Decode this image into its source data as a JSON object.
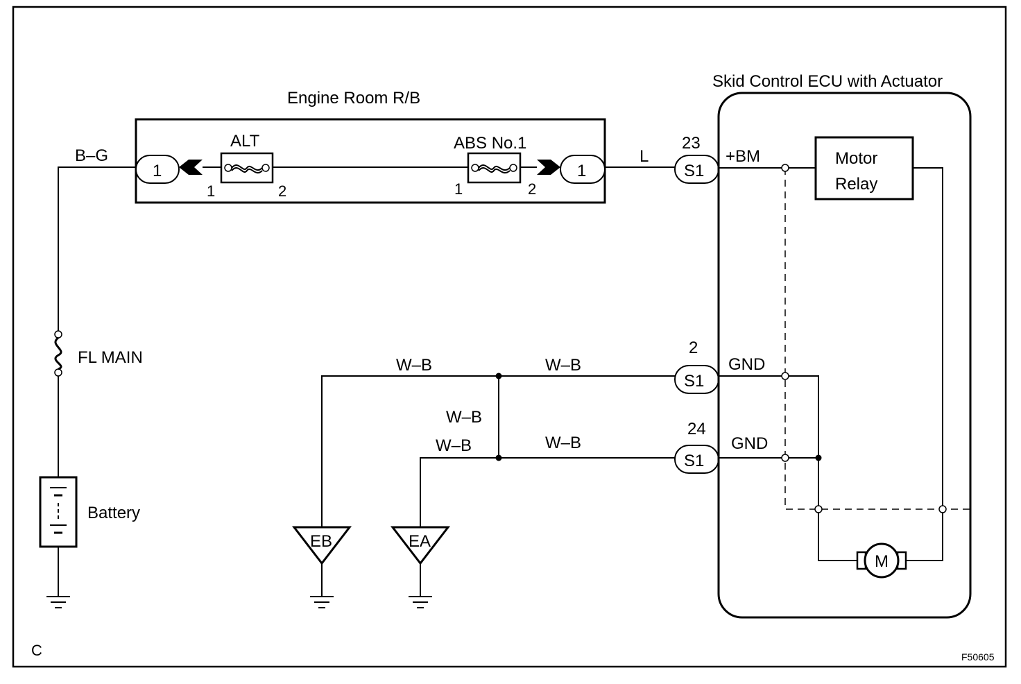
{
  "relay_block": {
    "title": "Engine Room R/B"
  },
  "ecu": {
    "title": "Skid Control ECU with Actuator"
  },
  "fuses": {
    "alt": {
      "label": "ALT",
      "pin_in": "1",
      "pin_out": "2"
    },
    "abs": {
      "label": "ABS No.1",
      "pin_in": "1",
      "pin_out": "2"
    },
    "main": {
      "label": "FL MAIN"
    }
  },
  "connectors": {
    "left_rb": "1",
    "right_rb": "1",
    "s1_bm": {
      "label": "S1",
      "pin": "23",
      "terminal": "+BM"
    },
    "s1_gnd1": {
      "label": "S1",
      "pin": "2",
      "terminal": "GND"
    },
    "s1_gnd2": {
      "label": "S1",
      "pin": "24",
      "terminal": "GND"
    }
  },
  "wires": {
    "battery_feed": "B–G",
    "ecu_feed": "L",
    "wb_eb": "W–B",
    "wb_top": "W–B",
    "wb_vertical": "W–B",
    "wb_ea": "W–B",
    "wb_bottom": "W–B"
  },
  "components": {
    "battery": "Battery",
    "motor_relay_line1": "Motor",
    "motor_relay_line2": "Relay",
    "motor": "M"
  },
  "grounds": {
    "eb": "EB",
    "ea": "EA"
  },
  "corner_letter": "C",
  "figure_code": "F50605"
}
